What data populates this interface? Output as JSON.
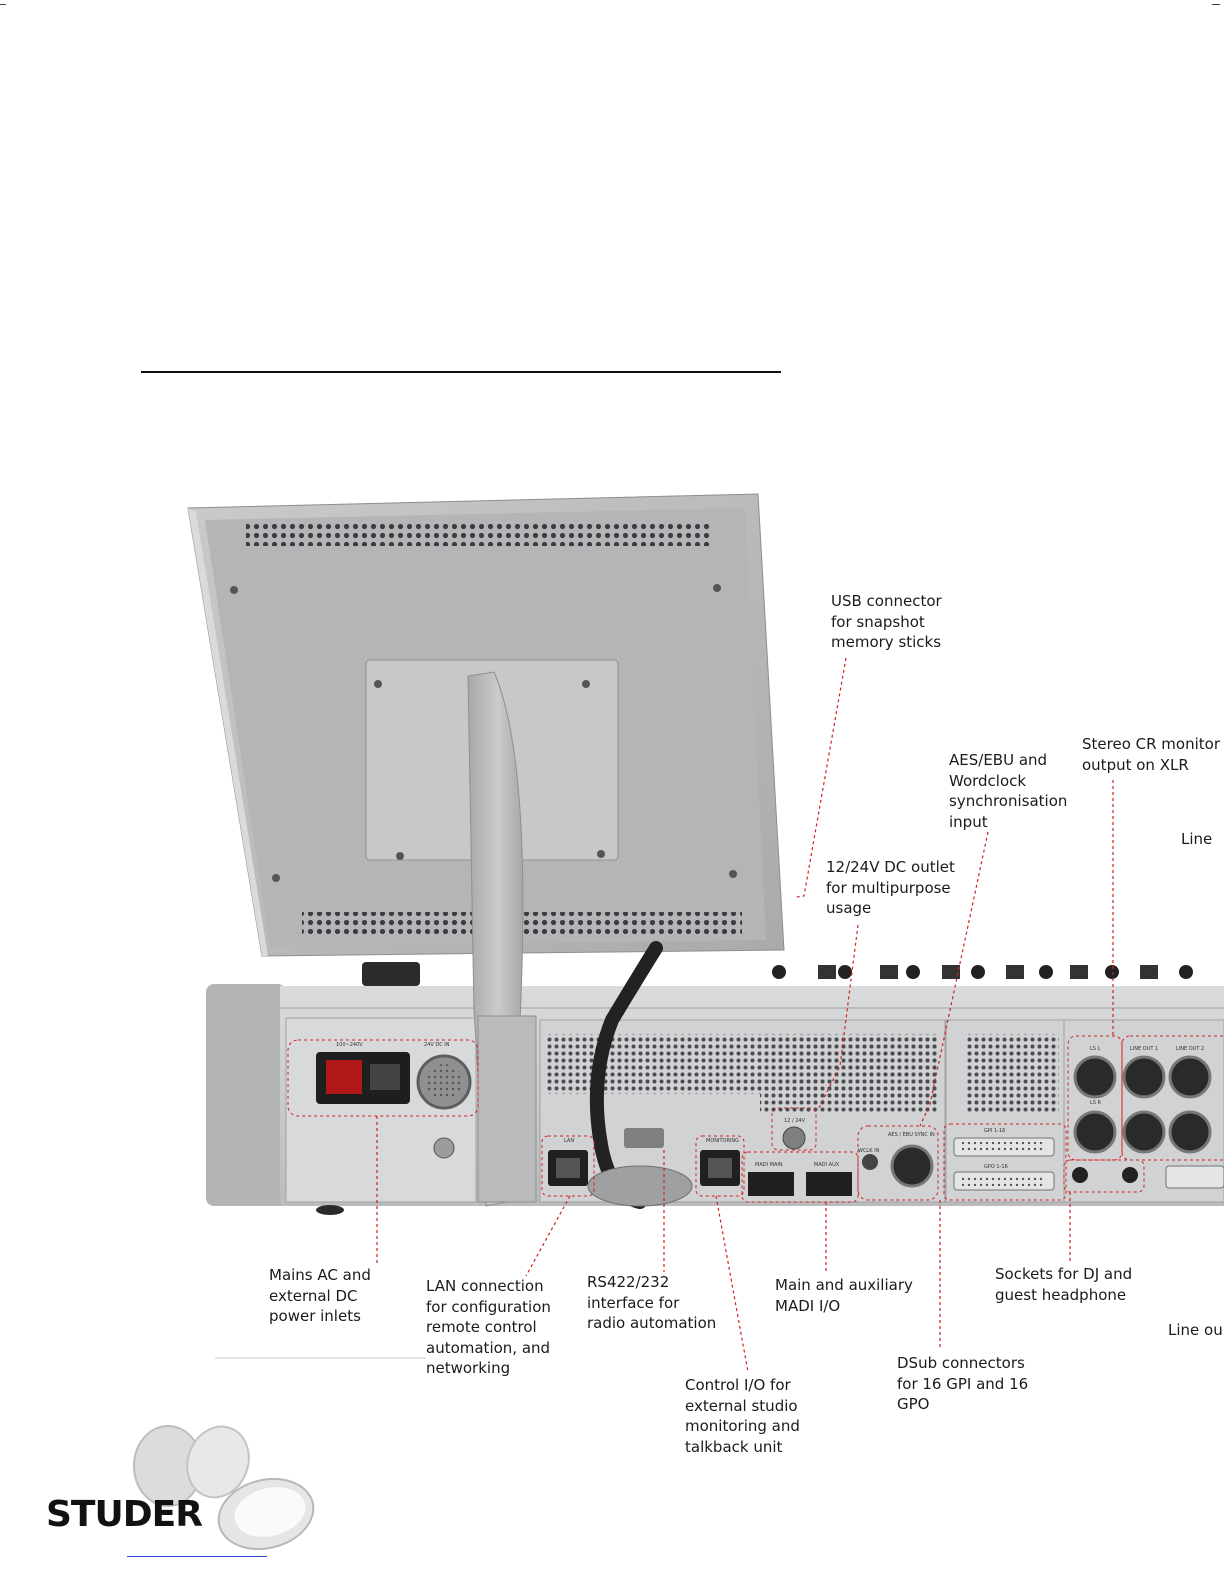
{
  "labels": {
    "usb": "USB connector\nfor snapshot\nmemory sticks",
    "aes": "AES/EBU and\nWordclock\nsynchronisation\ninput",
    "stereo_cr": "Stereo CR monitor\noutput on XLR",
    "line_top": "Line",
    "dc_outlet": "12/24V DC outlet\nfor multipurpose\nusage",
    "mains": "Mains AC and\nexternal DC\npower inlets",
    "lan": "LAN connection\nfor configuration\nremote control\nautomation, and\nnetworking",
    "rs422": "RS422/232\ninterface for\nradio automation",
    "madi": "Main and auxiliary\nMADI I/O",
    "sockets": "Sockets for DJ and\nguest headphone",
    "line_bottom": "Line ou",
    "dsub": "DSub connectors\nfor 16 GPI and 16\nGPO",
    "control_io": "Control I/O for\nexternal studio\nmonitoring and\ntalkback unit"
  },
  "panel_markings": {
    "power": "100~240V",
    "dc_in": "24V DC IN",
    "lan": "LAN",
    "monitoring": "MONITORING",
    "madi_main": "MADI MAIN",
    "madi_aux": "MADI AUX",
    "dc_out": "12 / 24V",
    "wclk": "WCLK IN",
    "aes_sync": "AES / EBU SYNC IN",
    "gpi": "GPI 1-16",
    "gpo": "GPO 1-16",
    "ls_l": "LS L",
    "ls_r": "LS R",
    "line_out_1": "LINE OUT 1",
    "line_out_2": "LINE OUT 2"
  },
  "brand": {
    "name": "STUDER"
  },
  "colors": {
    "leader": "#d42020",
    "chassis": "#c9cbcd",
    "monitor_back": "#b7b9bb"
  }
}
